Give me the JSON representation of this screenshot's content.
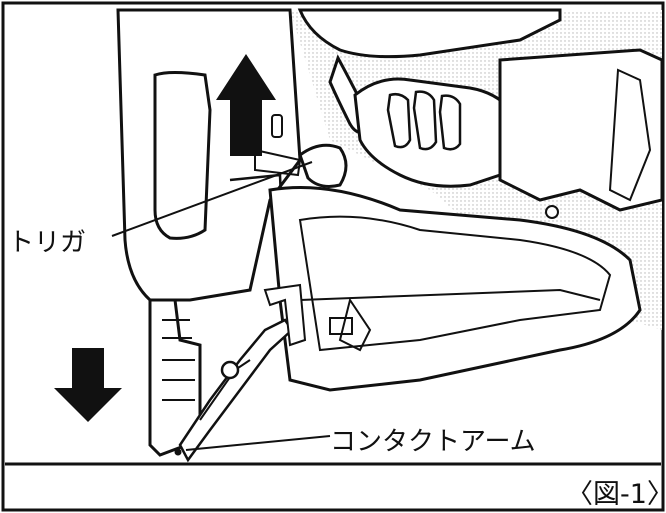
{
  "labels": {
    "trigger": "トリガ",
    "contact_arm": "コンタクトアーム"
  },
  "caption": "〈図-1〉",
  "colors": {
    "ink": "#111111",
    "paper": "#ffffff",
    "screen": "#d9d9d9"
  }
}
